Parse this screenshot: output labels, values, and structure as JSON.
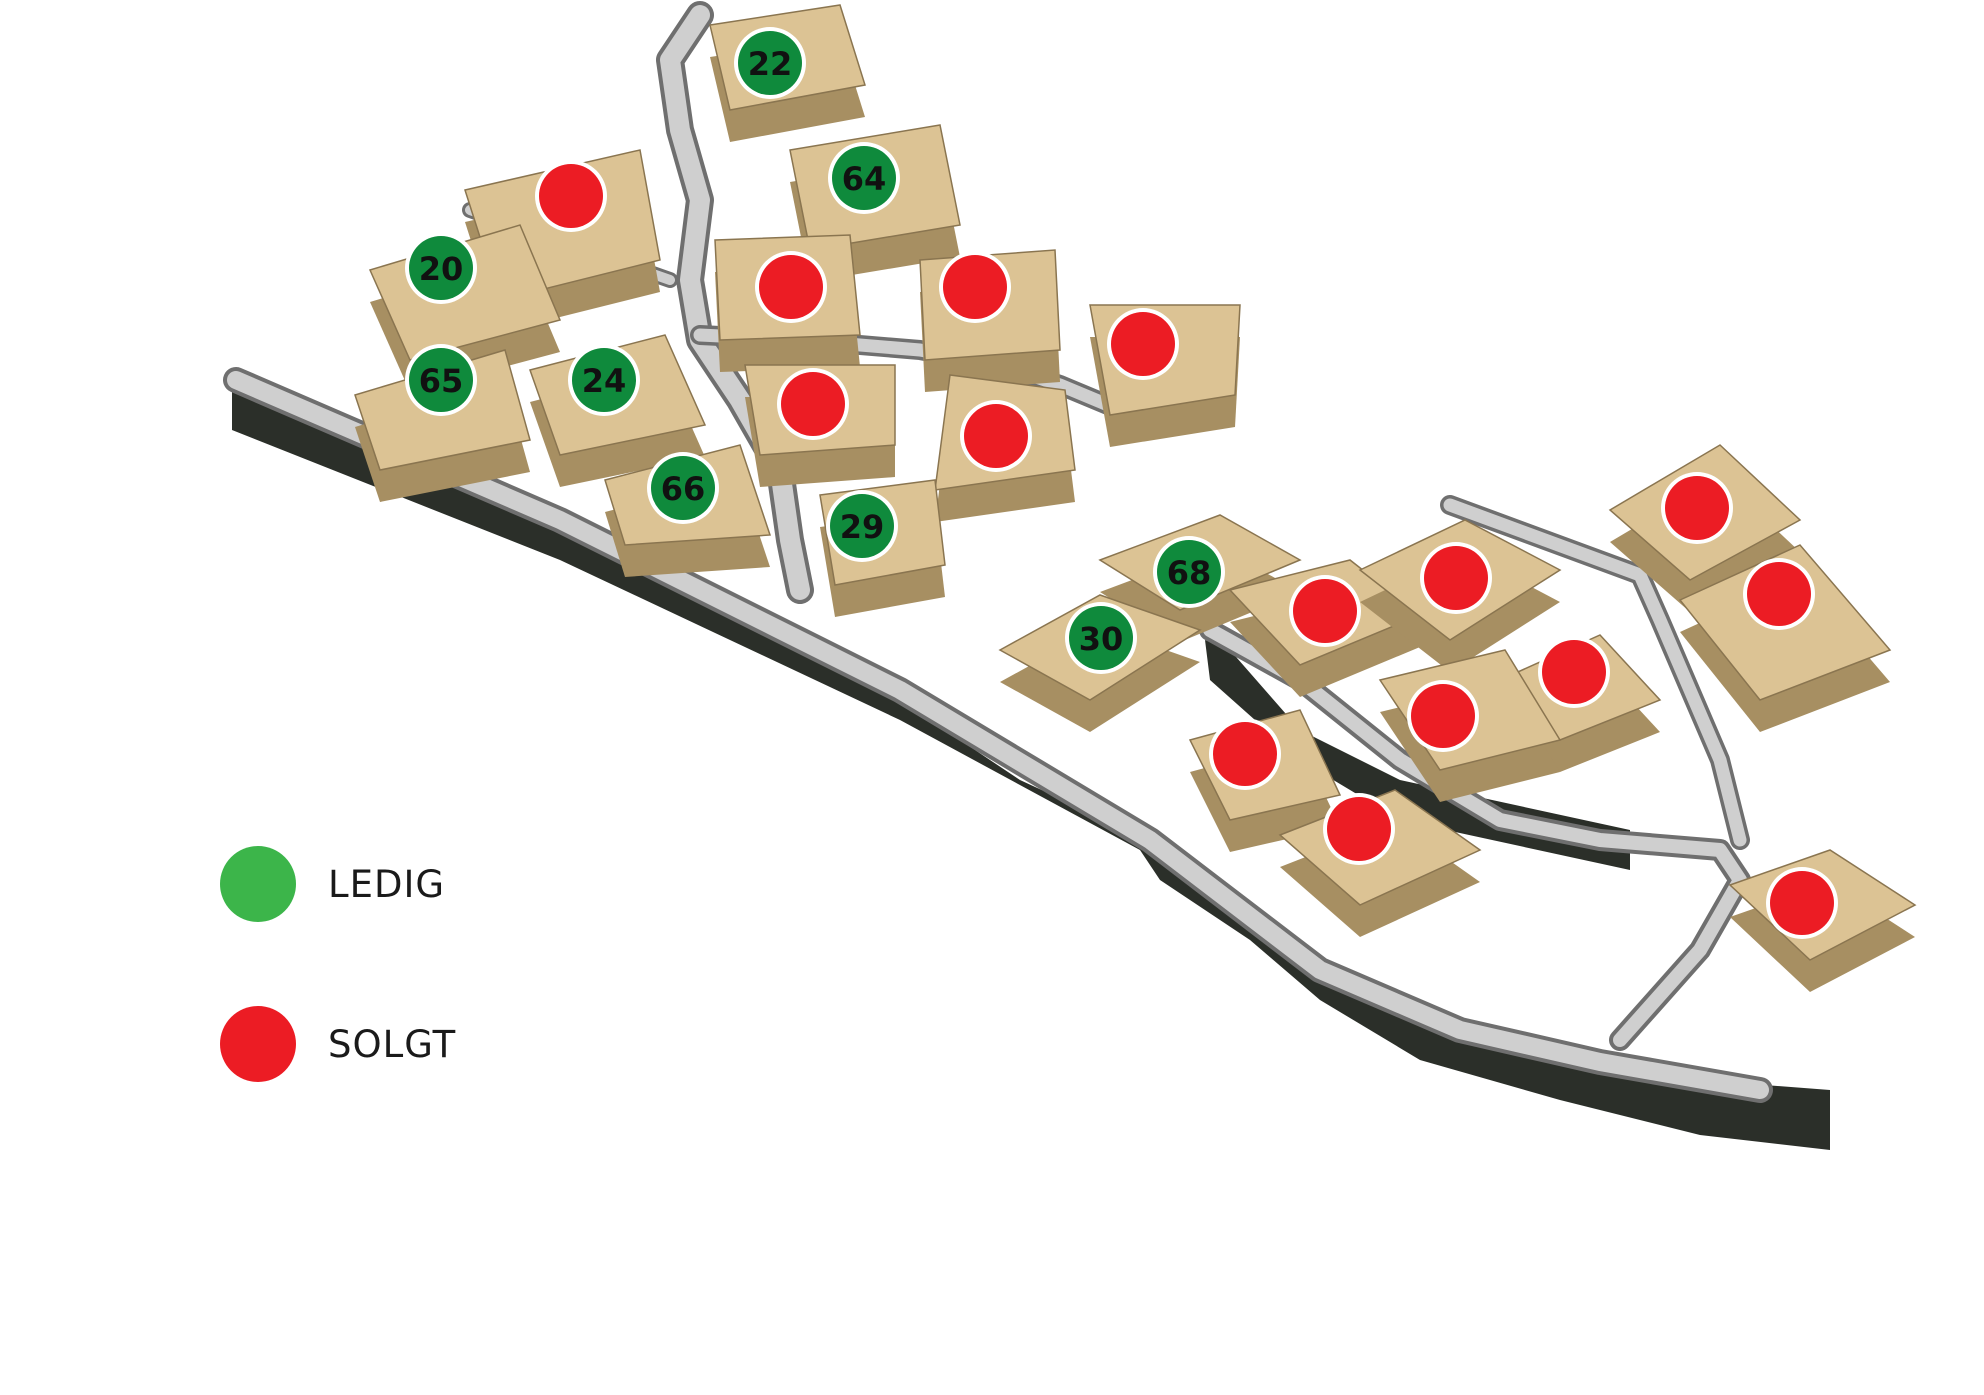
{
  "legend": {
    "available": {
      "label": "LEDIG",
      "color": "#3cb54a"
    },
    "sold": {
      "label": "SOLGT",
      "color": "#ec1c24"
    }
  },
  "colors": {
    "lot_top": "#dcc394",
    "lot_side": "#a78f62",
    "road": "#c9c9c9",
    "road_edge": "#6f6f6f",
    "embankment": "#2b2f29",
    "marker_available": "#0f8a3c",
    "marker_sold": "#ec1c24"
  },
  "lots": [
    {
      "status": "available",
      "number": "22"
    },
    {
      "status": "sold",
      "number": ""
    },
    {
      "status": "available",
      "number": "64"
    },
    {
      "status": "available",
      "number": "20"
    },
    {
      "status": "sold",
      "number": ""
    },
    {
      "status": "sold",
      "number": ""
    },
    {
      "status": "sold",
      "number": ""
    },
    {
      "status": "available",
      "number": "65"
    },
    {
      "status": "available",
      "number": "24"
    },
    {
      "status": "sold",
      "number": ""
    },
    {
      "status": "sold",
      "number": ""
    },
    {
      "status": "available",
      "number": "66"
    },
    {
      "status": "available",
      "number": "29"
    },
    {
      "status": "available",
      "number": "68"
    },
    {
      "status": "available",
      "number": "30"
    },
    {
      "status": "sold",
      "number": ""
    },
    {
      "status": "sold",
      "number": ""
    },
    {
      "status": "sold",
      "number": ""
    },
    {
      "status": "sold",
      "number": ""
    },
    {
      "status": "sold",
      "number": ""
    },
    {
      "status": "sold",
      "number": ""
    },
    {
      "status": "sold",
      "number": ""
    },
    {
      "status": "sold",
      "number": ""
    },
    {
      "status": "sold",
      "number": ""
    }
  ]
}
